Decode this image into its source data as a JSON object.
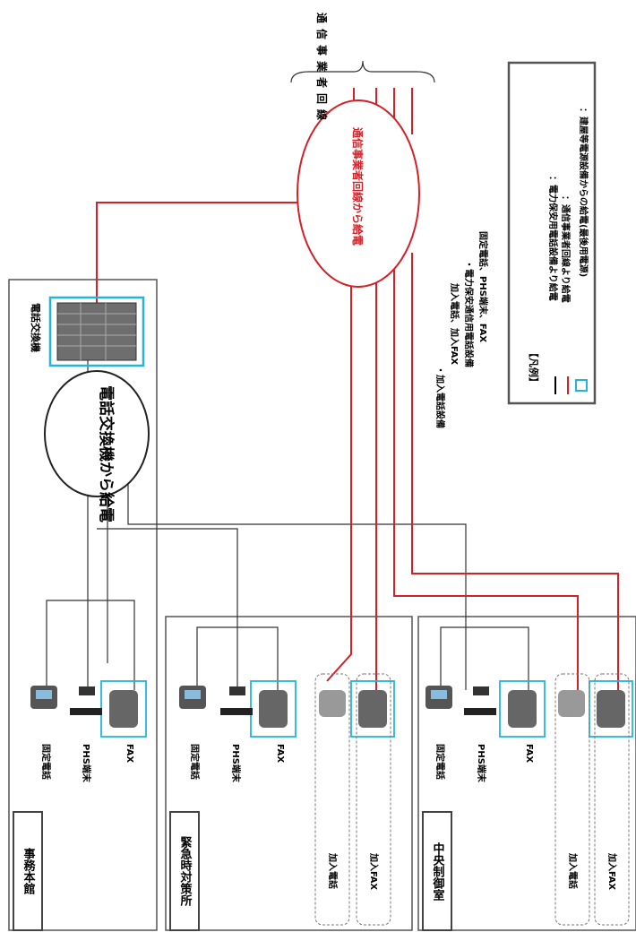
{
  "carrier_header": "通信事業者回線",
  "buildings": [
    {
      "title": "事務本館",
      "devices": [
        "固定電話",
        "PHS端末",
        "FAX"
      ]
    },
    {
      "title": "緊急時対策所",
      "devices": [
        "固定電話",
        "PHS端末",
        "FAX"
      ],
      "subscriber": [
        "加入電話",
        "加入FAX"
      ]
    },
    {
      "title": "中央制御室",
      "devices": [
        "固定電話",
        "PHS端末",
        "FAX"
      ],
      "subscriber": [
        "加入電話",
        "加入FAX"
      ]
    }
  ],
  "exchange_label": "電話交換機",
  "exchange_power": "電話交換機から給電",
  "carrier_power": "通信事業者回線から給電",
  "equipment_notes": {
    "line1": "・加入電話設備",
    "line2": "加入電話、加入FAX",
    "line3": "・電力保安通信用電話設備",
    "line4": "固定電話、PHS端末、FAX"
  },
  "legend": {
    "title": "【凡例】",
    "items": [
      {
        "text": "：電力保安用電話設備より給電",
        "color": "#000000"
      },
      {
        "text": "：通信事業者回線より給電",
        "color": "#d42027"
      },
      {
        "text": "：建屋等電源設備からの給電(最後用電源)",
        "color": "#22b4dd"
      }
    ]
  },
  "colors": {
    "black_line": "#333333",
    "red_line": "#d42027",
    "blue_box": "#22b4dd"
  }
}
